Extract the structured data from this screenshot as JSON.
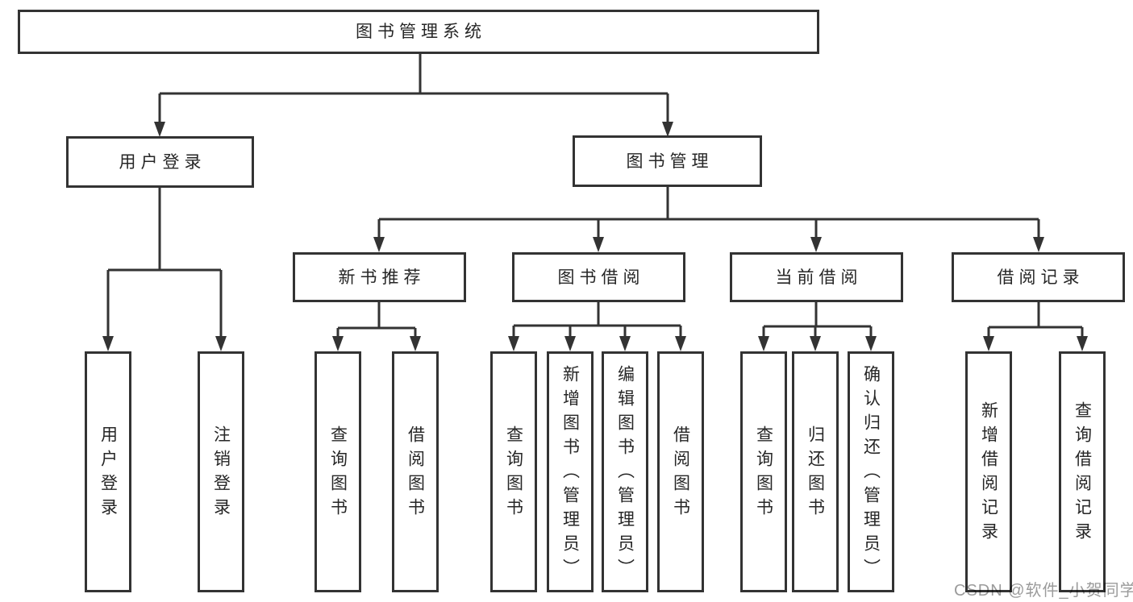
{
  "diagram": {
    "root": {
      "label": "图书管理系统"
    },
    "level2": [
      {
        "label": "用户登录",
        "children": [
          {
            "label": "用户登录"
          },
          {
            "label": "注销登录"
          }
        ]
      },
      {
        "label": "图书管理",
        "children": [
          {
            "label": "新书推荐",
            "children": [
              {
                "label": "查询图书"
              },
              {
                "label": "借阅图书"
              }
            ]
          },
          {
            "label": "图书借阅",
            "children": [
              {
                "label": "查询图书"
              },
              {
                "label": "新增图书（管理员）"
              },
              {
                "label": "编辑图书（管理员）"
              },
              {
                "label": "借阅图书"
              }
            ]
          },
          {
            "label": "当前借阅",
            "children": [
              {
                "label": "查询图书"
              },
              {
                "label": "归还图书"
              },
              {
                "label": "确认归还（管理员）"
              }
            ]
          },
          {
            "label": "借阅记录",
            "children": [
              {
                "label": "新增借阅记录"
              },
              {
                "label": "查询借阅记录"
              }
            ]
          }
        ]
      }
    ]
  },
  "watermark": {
    "text": "CSDN @软件_小贺同学"
  },
  "colors": {
    "line": "#333333",
    "box_border": "#333333",
    "text": "#262626",
    "watermark": "#9b9b9b",
    "background": "#ffffff"
  }
}
